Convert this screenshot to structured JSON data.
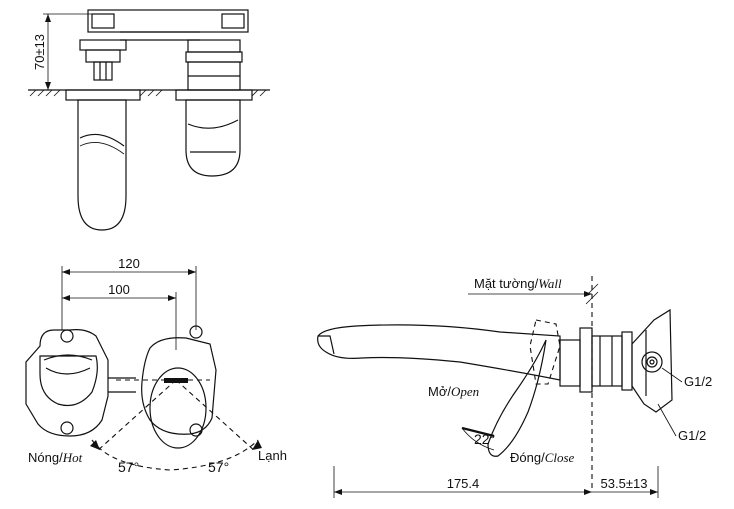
{
  "top_view": {
    "height_dim": "70±13"
  },
  "front_view": {
    "dim_120": "120",
    "dim_100": "100",
    "hot_label_vi": "Nóng/",
    "hot_label_en": "Hot",
    "cold_label": "Lạnh",
    "angle_left": "57°",
    "angle_right": "57°"
  },
  "side_view": {
    "wall_label_vi": "Mặt tường/",
    "wall_label_en": "Wall",
    "open_label_vi": "Mở/",
    "open_label_en": "Open",
    "close_label_vi": "Đóng/",
    "close_label_en": "Close",
    "angle_label": "22°",
    "thread_1": "G1/2",
    "thread_2": "G1/2",
    "dim_spout": "175.4",
    "dim_depth": "53.5±13"
  }
}
